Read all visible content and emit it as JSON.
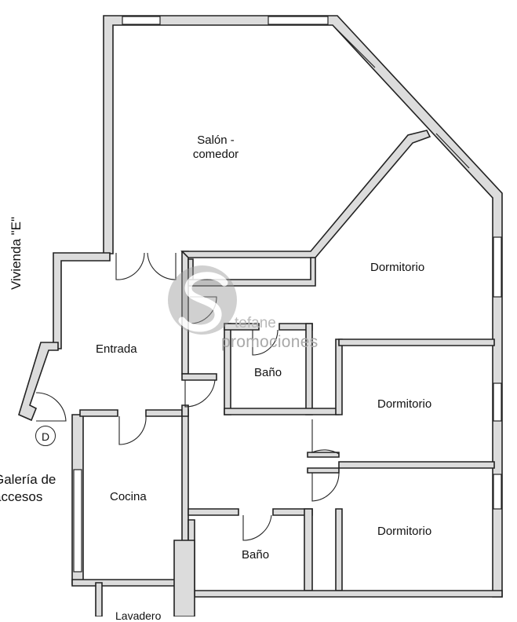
{
  "plan": {
    "rooms": {
      "salon": "Salón -",
      "salon_line2": "comedor",
      "dormitorio_1": "Dormitorio",
      "dormitorio_2": "Dormitorio",
      "dormitorio_3": "Dormitorio",
      "entrada": "Entrada",
      "bano_1": "Baño",
      "bano_2": "Baño",
      "cocina": "Cocina",
      "lavadero": "Lavadero"
    },
    "side_label": "Vivienda \"E\"",
    "gallery_line1": "Galería de",
    "gallery_line2": "accesos",
    "marker": "D",
    "watermark": {
      "line1": "tefane",
      "line2": "promociones"
    }
  },
  "colors": {
    "wall_fill": "#dcdcdc",
    "wall_stroke": "#222222",
    "logo_gray": "#9a9a9a"
  }
}
